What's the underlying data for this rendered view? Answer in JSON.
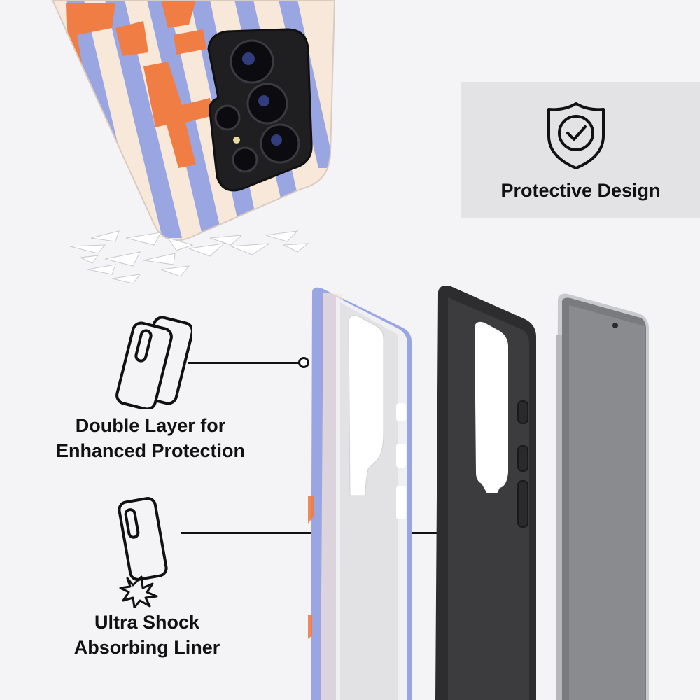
{
  "features": {
    "protective": {
      "label": "Protective Design",
      "icon": "shield-check-icon"
    },
    "double_layer": {
      "line1": "Double Layer for",
      "line2": "Enhanced Protection",
      "icon": "double-layer-case-icon"
    },
    "shock": {
      "line1": "Ultra Shock",
      "line2": "Absorbing Liner",
      "icon": "shock-impact-case-icon"
    }
  },
  "colors": {
    "background": "#f4f4f6",
    "panel": "#e3e3e5",
    "stripe_blue": "#9aa6e2",
    "stripe_cream": "#f7e8da",
    "accent_orange": "#f07d44",
    "case_black": "#2d2d2f",
    "phone_grey": "#7a7b7e"
  }
}
